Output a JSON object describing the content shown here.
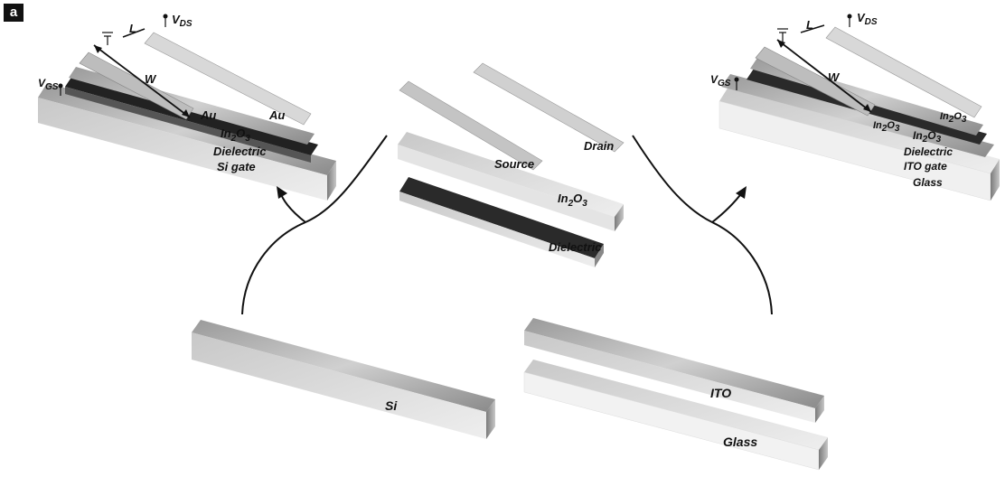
{
  "panel_label": "a",
  "left_device": {
    "vgs": "V",
    "vgs_sub": "GS",
    "vds": "V",
    "vds_sub": "DS",
    "length": "L",
    "width": "W",
    "contact_left": "Au",
    "contact_right": "Au",
    "channel": "In",
    "channel_sub1": "2",
    "channel_mid": "O",
    "channel_sub2": "3",
    "dielectric": "Dielectric",
    "gate": "Si gate"
  },
  "center_device": {
    "source": "Source",
    "drain": "Drain",
    "channel": "In",
    "channel_sub1": "2",
    "channel_mid": "O",
    "channel_sub2": "3",
    "dielectric": "Dielectric"
  },
  "right_device": {
    "vgs": "V",
    "vgs_sub": "GS",
    "vds": "V",
    "vds_sub": "DS",
    "length": "L",
    "width": "W",
    "contact_left": "In",
    "contact_left_sub1": "2",
    "contact_left_mid": "O",
    "contact_left_sub2": "3",
    "contact_right": "In",
    "contact_right_sub1": "2",
    "contact_right_mid": "O",
    "contact_right_sub2": "3",
    "channel": "In",
    "channel_sub1": "2",
    "channel_mid": "O",
    "channel_sub2": "3",
    "dielectric": "Dielectric",
    "gate": "ITO gate",
    "substrate": "Glass"
  },
  "bottom_left": {
    "substrate": "Si"
  },
  "bottom_right": {
    "layer": "ITO",
    "substrate": "Glass"
  }
}
